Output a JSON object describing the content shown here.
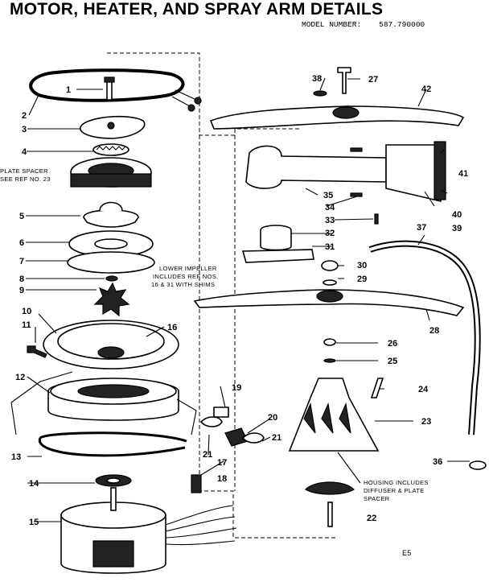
{
  "title": "MOTOR, HEATER, AND SPRAY ARM DETAILS",
  "model_number": {
    "label": "MODEL NUMBER:",
    "value": "587.790000"
  },
  "notes": {
    "plate_spacer": [
      "PLATE SPACER",
      "SEE REF NO. 23"
    ],
    "lower_impeller": [
      "LOWER IMPELLER",
      "INCLUDES REF NOS.",
      "16 & 31 WITH SHIMS"
    ],
    "housing": [
      "HOUSING INCLUDES",
      "DIFFUSER & PLATE",
      "SPACER"
    ]
  },
  "page_mark": "E5",
  "callouts": [
    "1",
    "2",
    "3",
    "4",
    "5",
    "6",
    "7",
    "8",
    "9",
    "10",
    "11",
    "12",
    "13",
    "14",
    "15",
    "16",
    "17",
    "18",
    "19",
    "20",
    "21",
    "21",
    "22",
    "23",
    "24",
    "25",
    "26",
    "27",
    "28",
    "29",
    "30",
    "31",
    "32",
    "33",
    "34",
    "35",
    "36",
    "37",
    "38",
    "39",
    "40",
    "41",
    "42"
  ]
}
